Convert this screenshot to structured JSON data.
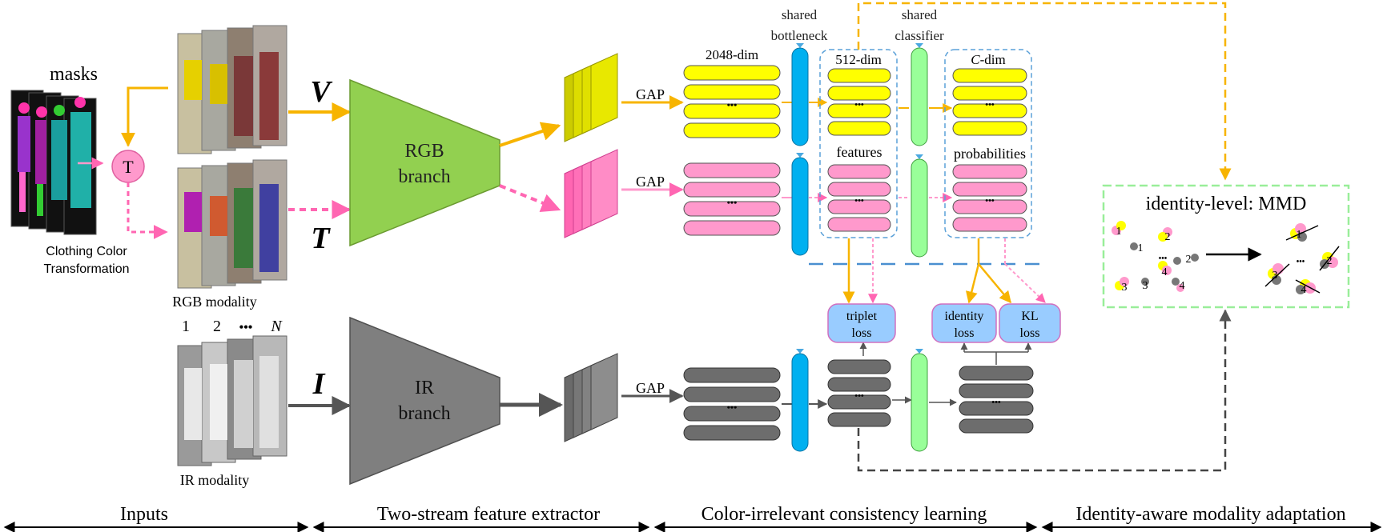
{
  "inputs": {
    "masks_label": "masks",
    "transform_symbol": "T",
    "clothing_color_transformation": [
      "Clothing Color",
      "Transformation"
    ],
    "rgb_modality": "RGB modality",
    "ir_modality": "IR modality",
    "index_labels": [
      "1",
      "2",
      "•••",
      "N"
    ]
  },
  "stream_labels": {
    "visible": "V",
    "transformed": "T",
    "infrared": "I"
  },
  "branches": {
    "rgb": [
      "RGB",
      "branch"
    ],
    "ir": [
      "IR",
      "branch"
    ]
  },
  "pooling_label": "GAP",
  "feature_dims": {
    "backbone": "2048-dim",
    "embedding": "512-dim",
    "classes_prefix": "C",
    "classes_suffix": "-dim"
  },
  "shared_modules": {
    "bottleneck": [
      "shared",
      "bottleneck"
    ],
    "classifier": [
      "shared",
      "classifier"
    ]
  },
  "feature_groups": {
    "features": "features",
    "probabilities": "probabilities"
  },
  "ellipsis": "•••",
  "losses": {
    "triplet": [
      "triplet",
      "loss"
    ],
    "identity": [
      "identity",
      "loss"
    ],
    "kl": [
      "KL",
      "loss"
    ]
  },
  "mmd_panel": {
    "title": "identity-level: MMD",
    "left_cluster_labels": [
      "1",
      "2",
      "1",
      "2",
      "4",
      "3",
      "3",
      "4"
    ],
    "right_cluster_labels": [
      "1",
      "2",
      "3",
      "4"
    ]
  },
  "stages": [
    "Inputs",
    "Two-stream feature extractor",
    "Color-irrelevant consistency learning",
    "Identity-aware modality adaptation"
  ],
  "colors": {
    "rgb_branch": "#92d050",
    "ir_branch": "#7f7f7f",
    "yellow": "#ffff00",
    "pink": "#ff99cc",
    "gray_feature": "#6d6d6d",
    "bottleneck": "#00b0f0",
    "classifier": "#99ff99",
    "orange_arrow": "#f7b400",
    "pink_arrow": "#ff66b2",
    "loss_box": "#99ccff"
  }
}
